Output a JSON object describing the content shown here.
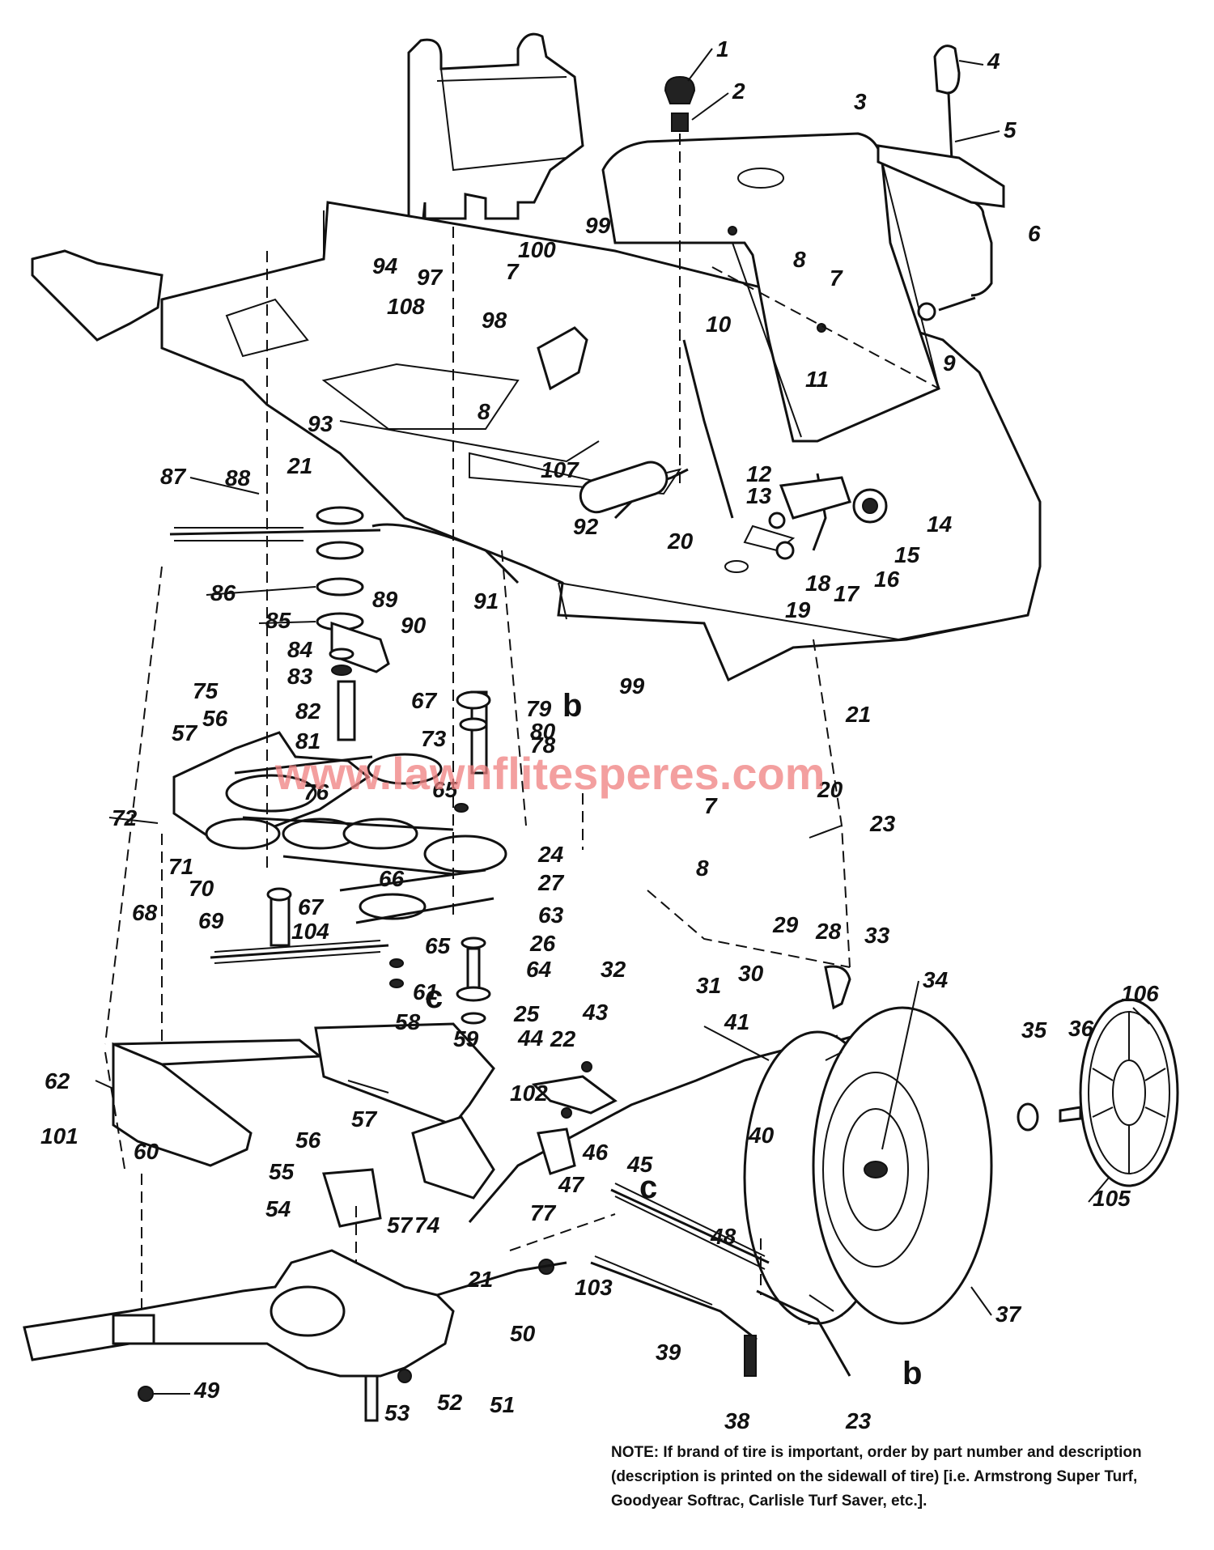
{
  "watermark": "www.lawnflitesperes.com",
  "note": {
    "label": "NOTE:",
    "text": "If brand of tire is important, order by part number and description (description is printed on the sidewall of tire) [i.e. Armstrong Super Turf, Goodyear Softrac, Carlisle Turf Saver, etc.]."
  },
  "callouts": [
    "1",
    "2",
    "3",
    "4",
    "5",
    "6",
    "7",
    "8",
    "9",
    "10",
    "11",
    "12",
    "13",
    "14",
    "15",
    "16",
    "17",
    "18",
    "19",
    "20",
    "21",
    "22",
    "23",
    "24",
    "25",
    "26",
    "27",
    "28",
    "29",
    "30",
    "31",
    "32",
    "33",
    "34",
    "35",
    "36",
    "37",
    "38",
    "39",
    "40",
    "41",
    "43",
    "44",
    "45",
    "46",
    "47",
    "48",
    "49",
    "50",
    "51",
    "52",
    "53",
    "54",
    "55",
    "56",
    "57",
    "58",
    "59",
    "60",
    "61",
    "62",
    "63",
    "64",
    "65",
    "66",
    "67",
    "68",
    "69",
    "70",
    "71",
    "72",
    "73",
    "74",
    "75",
    "76",
    "77",
    "78",
    "79",
    "80",
    "81",
    "82",
    "83",
    "84",
    "85",
    "86",
    "87",
    "88",
    "89",
    "90",
    "91",
    "92",
    "93",
    "94",
    "97",
    "98",
    "99",
    "100",
    "101",
    "102",
    "103",
    "104",
    "105",
    "106",
    "107",
    "108"
  ],
  "ref_letters": [
    "b",
    "c"
  ]
}
